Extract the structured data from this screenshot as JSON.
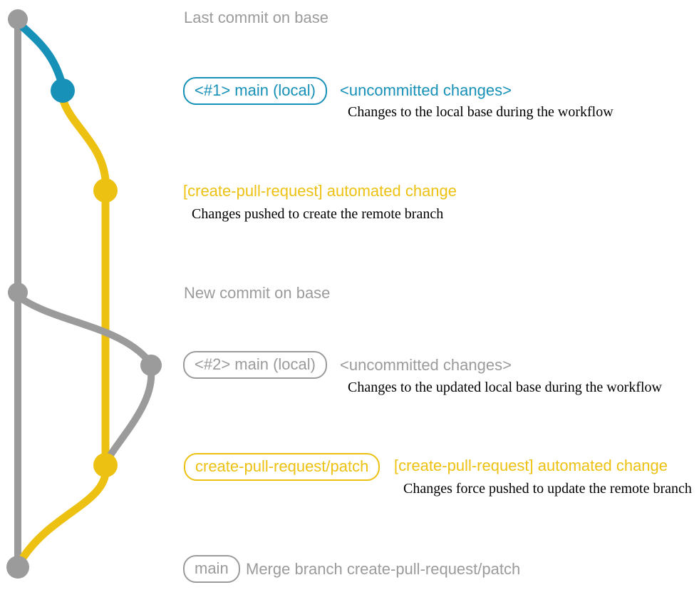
{
  "colors": {
    "base": "#9b9b9b",
    "local": "#1791b8",
    "remote": "#edc111",
    "caption": "#000000"
  },
  "graph": {
    "type": "git-commit-graph",
    "nodes": [
      {
        "id": "last-commit-on-base",
        "branch": "base"
      },
      {
        "id": "local-main-1",
        "branch": "local"
      },
      {
        "id": "remote-branch-created",
        "branch": "remote"
      },
      {
        "id": "new-commit-on-base",
        "branch": "base"
      },
      {
        "id": "local-main-2",
        "branch": "base"
      },
      {
        "id": "remote-branch-updated",
        "branch": "remote"
      },
      {
        "id": "merge-commit",
        "branch": "base"
      }
    ]
  },
  "sections": {
    "top": {
      "annotation": "Last commit on base"
    },
    "branch1": {
      "badge": "<#1> main (local)",
      "status": "<uncommitted changes>",
      "caption": "Changes to the local base during the workflow"
    },
    "push1": {
      "title": "[create-pull-request] automated change",
      "caption": "Changes pushed to create the remote branch"
    },
    "middle": {
      "annotation": "New commit on base"
    },
    "branch2": {
      "badge": "<#2> main (local)",
      "status": "<uncommitted changes>",
      "caption": "Changes to the updated local base during the workflow"
    },
    "push2": {
      "badge": "create-pull-request/patch",
      "title": "[create-pull-request] automated change",
      "caption": "Changes force pushed to update the remote branch"
    },
    "bottom": {
      "badge": "main",
      "caption": "Merge branch create-pull-request/patch"
    }
  }
}
